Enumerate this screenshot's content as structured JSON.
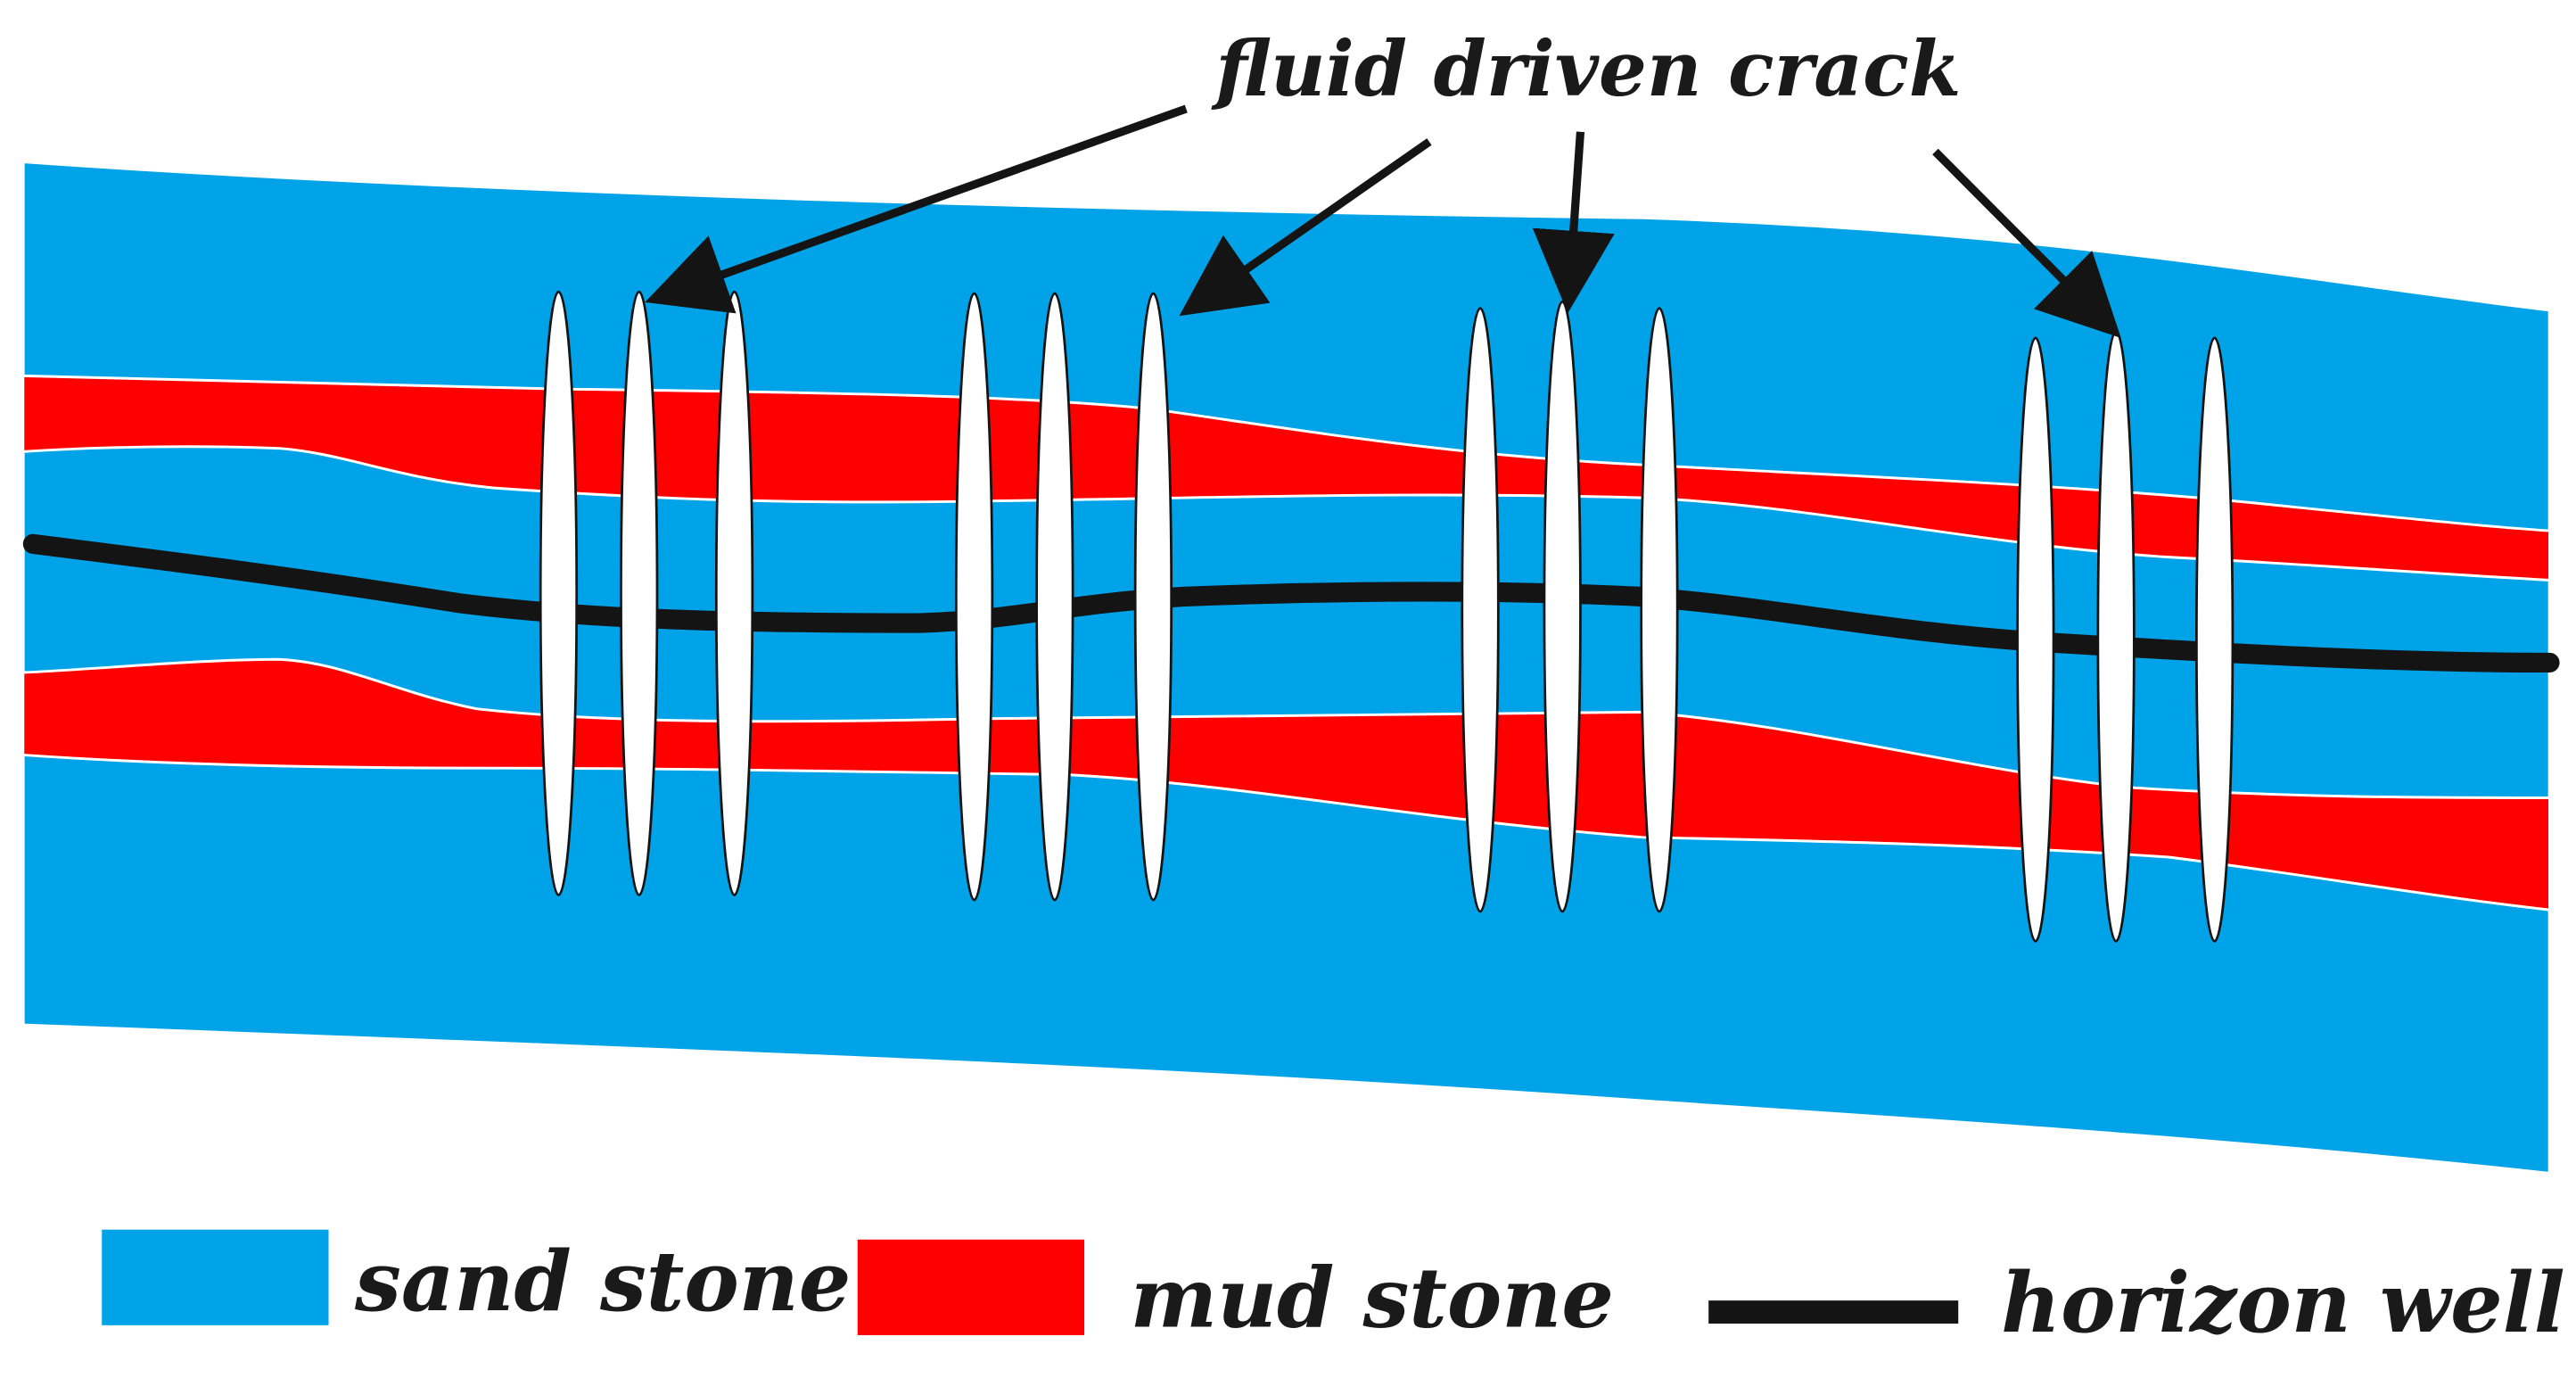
{
  "annotation": {
    "label": "fluid driven crack"
  },
  "legend": {
    "items": [
      {
        "key": "sand",
        "label": "sand stone"
      },
      {
        "key": "mud",
        "label": "mud stone"
      },
      {
        "key": "well",
        "label": "horizon well"
      }
    ]
  },
  "colors": {
    "sand_stone": "#00a3e8",
    "mud_stone": "#ff0000",
    "horizon_well": "#141414",
    "crack": "#ffffff",
    "text": "#1a1a1a"
  },
  "crack_groups": 4,
  "cracks_per_group": 3
}
